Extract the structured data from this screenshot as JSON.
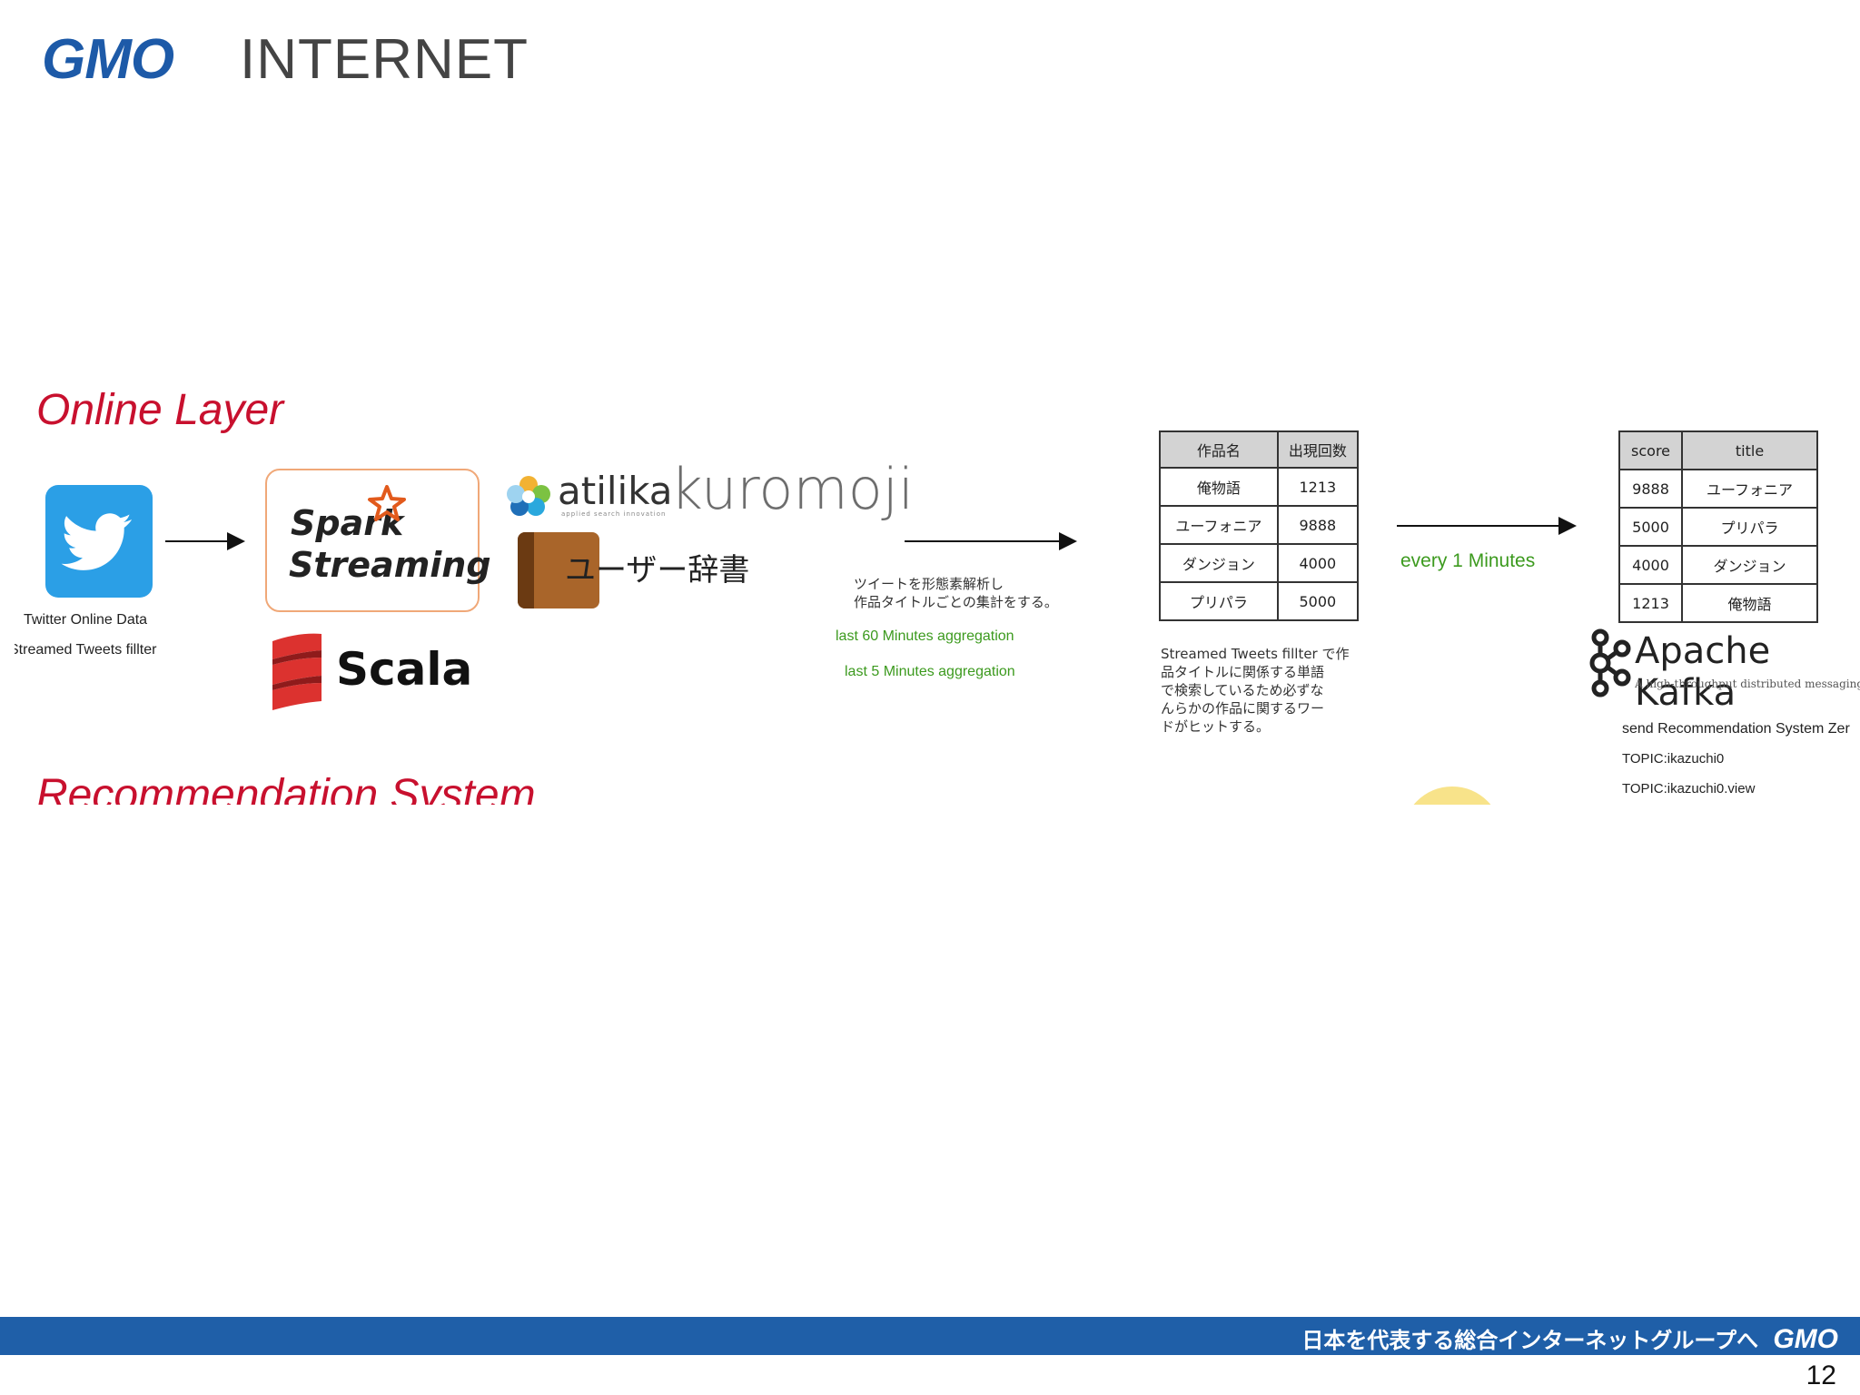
{
  "header": {
    "logo_brand": "GMO",
    "logo_suffix": "INTERNET"
  },
  "section": {
    "title": "Online Layer",
    "next_title": "Recommendation System"
  },
  "twitter": {
    "label1": "Twitter Online Data",
    "label2": "Streamed Tweets fillter"
  },
  "spark": {
    "line1": "Spark",
    "line2": "Streaming"
  },
  "scala": {
    "label": "Scala"
  },
  "kuromoji": {
    "brand": "atilika",
    "name": "kuromoji",
    "tagline": "applied search innovation"
  },
  "dictionary": {
    "label": "ユーザー辞書"
  },
  "analysis": {
    "desc_line1": "ツイートを形態素解析し",
    "desc_line2": "作品タイトルごとの集計をする。",
    "agg60": "last 60 Minutes aggregation",
    "agg5": "last 5 Minutes aggregation"
  },
  "count_table": {
    "headers": [
      "作品名",
      "出現回数"
    ],
    "rows": [
      [
        "俺物語",
        "1213"
      ],
      [
        "ユーフォニア",
        "9888"
      ],
      [
        "ダンジョン",
        "4000"
      ],
      [
        "プリパラ",
        "5000"
      ]
    ],
    "note": [
      "Streamed Tweets fillter で作",
      "品タイトルに関係する単語",
      "で検索しているため必ずな",
      "んらかの作品に関するワー",
      "ドがヒットする。"
    ]
  },
  "interval": {
    "label": "every 1 Minutes"
  },
  "score_table": {
    "headers": [
      "score",
      "title"
    ],
    "rows": [
      [
        "9888",
        "ユーフォニア"
      ],
      [
        "5000",
        "プリパラ"
      ],
      [
        "4000",
        "ダンジョン"
      ],
      [
        "1213",
        "俺物語"
      ]
    ]
  },
  "kafka": {
    "name": "Apache Kafka",
    "tagline": "A high-throughput distributed messaging syst",
    "send": "send Recommendation System Zer",
    "topic1": "TOPIC:ikazuchi0",
    "topic2": "TOPIC:ikazuchi0.view"
  },
  "footer": {
    "slogan": "日本を代表する総合インターネットグループへ",
    "brand": "GMO",
    "page": "12"
  },
  "colors": {
    "accent_red": "#c8102e",
    "brand_blue": "#1f5fa8",
    "green": "#3c9a1e",
    "spark_orange": "#e25a1c",
    "scala_red": "#dc322f"
  }
}
